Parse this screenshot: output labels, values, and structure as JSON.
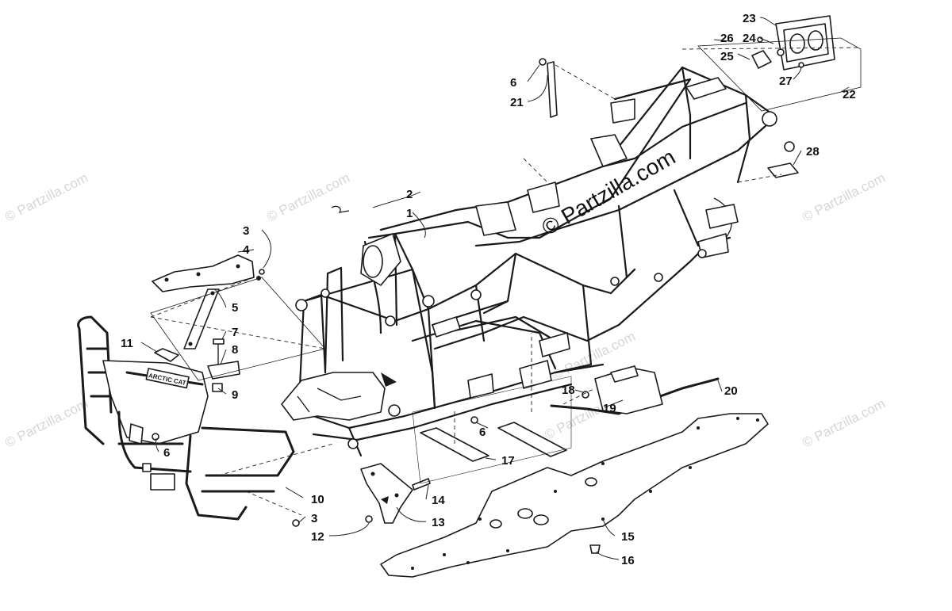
{
  "watermarks": {
    "partzilla": "© Partzilla.com"
  },
  "callouts": {
    "c1": "1",
    "c2": "2",
    "c3a": "3",
    "c3b": "3",
    "c4": "4",
    "c5": "5",
    "c6a": "6",
    "c6b": "6",
    "c6c": "6",
    "c7": "7",
    "c8": "8",
    "c9": "9",
    "c10": "10",
    "c11": "11",
    "c12": "12",
    "c13": "13",
    "c14": "14",
    "c15": "15",
    "c16": "16",
    "c17": "17",
    "c18": "18",
    "c19": "19",
    "c20": "20",
    "c21": "21",
    "c22": "22",
    "c23": "23",
    "c24": "24",
    "c25": "25",
    "c26": "26",
    "c27": "27",
    "c28": "28"
  },
  "bumper_logo_text": "ARCTIC CAT"
}
